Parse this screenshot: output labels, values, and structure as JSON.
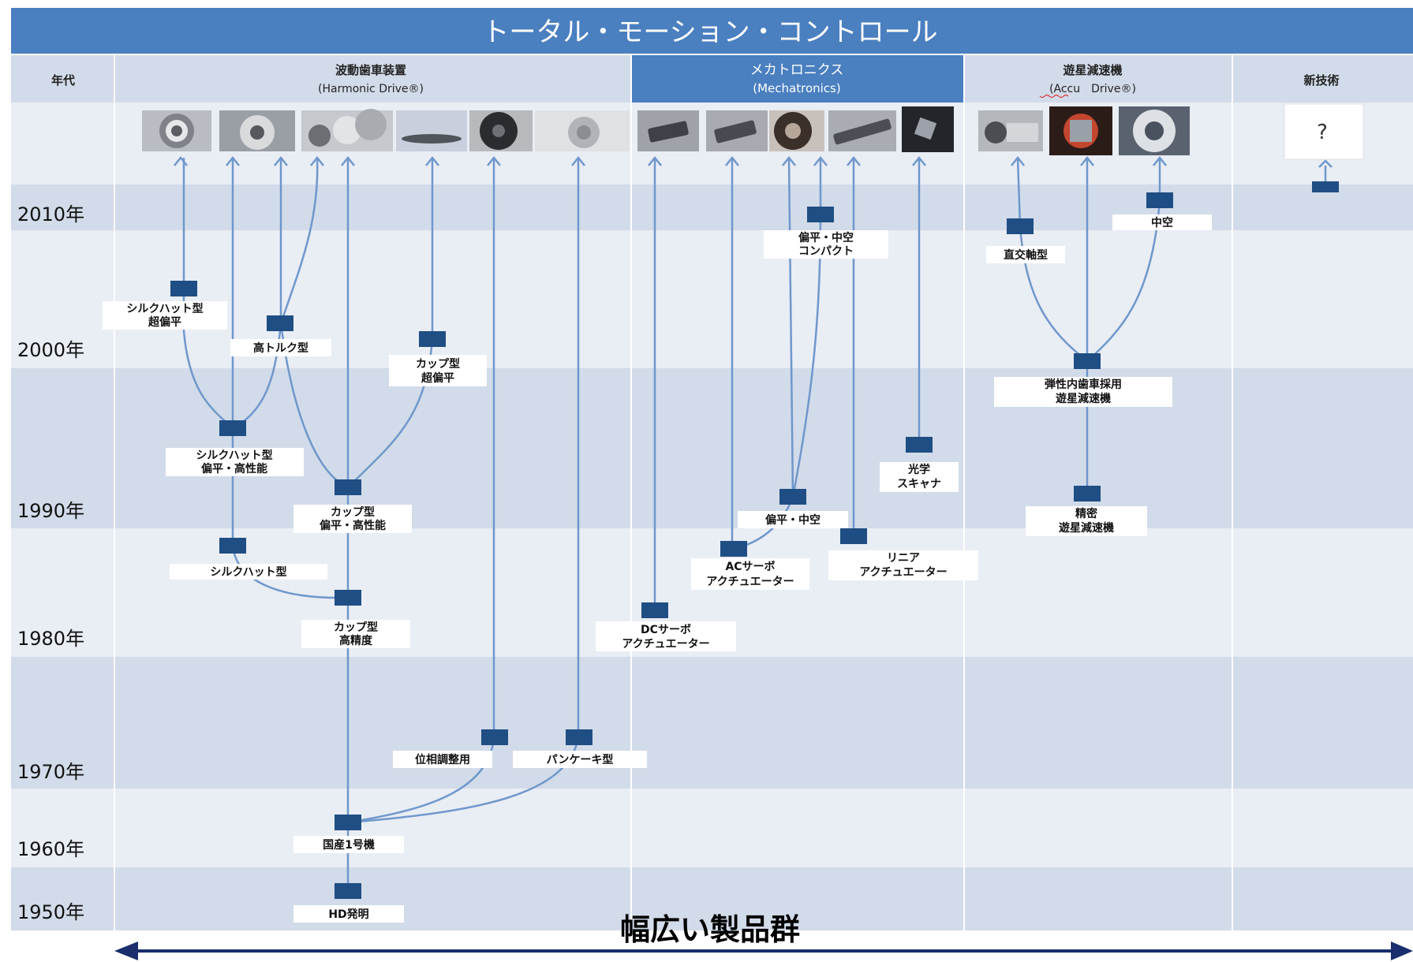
{
  "title": "トータル・モーション・コントロール",
  "footer_caption": "幅広い製品群",
  "column_headers": {
    "era": "年代",
    "harmonic": [
      "波動歯車装置",
      "(Harmonic Drive®)"
    ],
    "mechatronics": [
      "メカトロニクス",
      "(Mechatronics)"
    ],
    "planetary": [
      "遊星減速機",
      "(Accu　Drive®)"
    ],
    "new_tech": "新技術"
  },
  "question_mark": "?",
  "years": [
    "2010年",
    "2000年",
    "1990年",
    "1980年",
    "1970年",
    "1960年",
    "1950年"
  ],
  "node_labels": {
    "hd_invention": [
      "HD発明"
    ],
    "domestic_first": [
      "国産1号機"
    ],
    "phase_adjust": [
      "位相調整用"
    ],
    "pancake": [
      "パンケーキ型"
    ],
    "cup_precision": [
      "カップ型",
      "高精度"
    ],
    "silk_hat": [
      "シルクハット型"
    ],
    "cup_flat_hp": [
      "カップ型",
      "偏平・高性能"
    ],
    "silk_hat_flat_hp": [
      "シルクハット型",
      "偏平・高性能"
    ],
    "high_torque": [
      "高トルク型"
    ],
    "silk_hat_ultra_flat": [
      "シルクハット型",
      "超偏平"
    ],
    "cup_ultra_flat": [
      "カップ型",
      "超偏平"
    ],
    "dc_servo": [
      "DCサーボ",
      "アクチュエーター"
    ],
    "ac_servo": [
      "ACサーボ",
      "アクチュエーター"
    ],
    "flat_hollow": [
      "偏平・中空"
    ],
    "linear": [
      "リニア",
      "アクチュエーター"
    ],
    "optical": [
      "光学",
      "スキャナ"
    ],
    "flat_hollow_compact": [
      "偏平・中空",
      "コンパクト"
    ],
    "precision_planetary": [
      "精密",
      "遊星減速機"
    ],
    "elastic_planetary": [
      "弾性内歯車採用",
      "遊星減速機"
    ],
    "orthogonal": [
      "直交軸型"
    ],
    "hollow": [
      "中空"
    ]
  },
  "colors": {
    "title_bar": "#4a7fc0",
    "mechatronics_header": "#4a7fc0",
    "header_bg": "#d2dbe9",
    "band_dark": "#d2dbe9",
    "band_light": "#e9edf4",
    "line": "#6f97cc",
    "node": "#1f4e84",
    "arrow": "#1a2e6e"
  },
  "icons": [
    "product-photo-icon",
    "arrow-up-icon",
    "double-arrow-icon"
  ]
}
